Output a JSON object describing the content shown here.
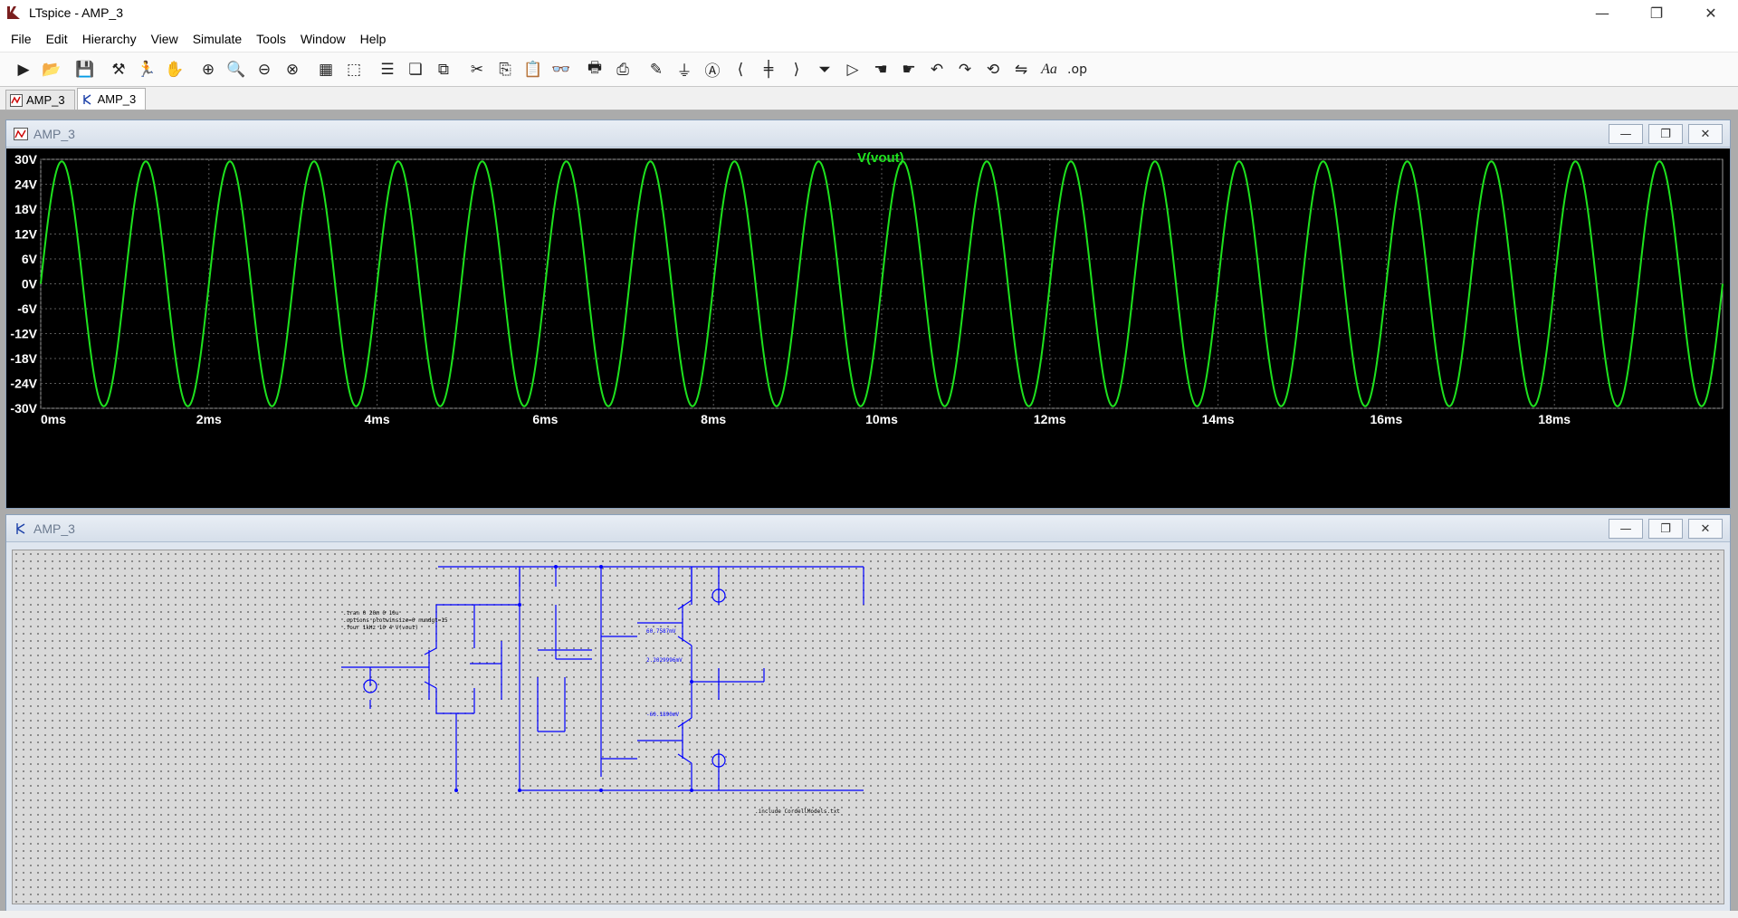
{
  "window": {
    "title": "LTspice - AMP_3",
    "minimize": "—",
    "maximize": "❐",
    "close": "✕"
  },
  "menu": [
    "File",
    "Edit",
    "Hierarchy",
    "View",
    "Simulate",
    "Tools",
    "Window",
    "Help"
  ],
  "toolbar": {
    "op_label": ".op",
    "text_label": "Aa"
  },
  "tabs": [
    {
      "label": "AMP_3",
      "icon": "waveform-icon",
      "active": false
    },
    {
      "label": "AMP_3",
      "icon": "schematic-icon",
      "active": true
    }
  ],
  "waveform_window": {
    "title": "AMP_3",
    "controls": {
      "minimize": "—",
      "restore": "❐",
      "close": "✕"
    },
    "trace_name": "V(vout)"
  },
  "schematic_window": {
    "title": "AMP_3",
    "controls": {
      "minimize": "—",
      "restore": "❐",
      "close": "✕"
    },
    "directives": [
      ".tran 0 20m 0 10u",
      ".options plotwinsize=0 numdgt=15",
      ".four 1kHz 10 4 V(vout)",
      ".include CordellModels.txt"
    ],
    "readouts": [
      "60.7587mV",
      "2.2029996mV",
      "-60.1890mV"
    ]
  },
  "colors": {
    "trace": "#1ee21e",
    "plot_background": "#000000",
    "grid": "#5a5a5a",
    "axis_text": "#ffffff",
    "wire": "#0000ff",
    "schematic_background": "#d9d9d9"
  },
  "chart_data": {
    "type": "line",
    "title": "",
    "xlabel": "",
    "ylabel": "",
    "series": [
      {
        "name": "V(vout)",
        "amplitude": 29.5,
        "frequency_hz": 1000,
        "offset": 0,
        "x_start_ms": 0,
        "x_end_ms": 20
      }
    ],
    "x_ticks": [
      "0ms",
      "2ms",
      "4ms",
      "6ms",
      "8ms",
      "10ms",
      "12ms",
      "14ms",
      "16ms",
      "18ms"
    ],
    "x_tick_values": [
      0,
      2,
      4,
      6,
      8,
      10,
      12,
      14,
      16,
      18
    ],
    "y_ticks": [
      "30V",
      "24V",
      "18V",
      "12V",
      "6V",
      "0V",
      "-6V",
      "-12V",
      "-18V",
      "-24V",
      "-30V"
    ],
    "y_tick_values": [
      30,
      24,
      18,
      12,
      6,
      0,
      -6,
      -12,
      -18,
      -24,
      -30
    ],
    "xlim": [
      0,
      20
    ],
    "ylim": [
      -30,
      30
    ],
    "grid": true
  }
}
